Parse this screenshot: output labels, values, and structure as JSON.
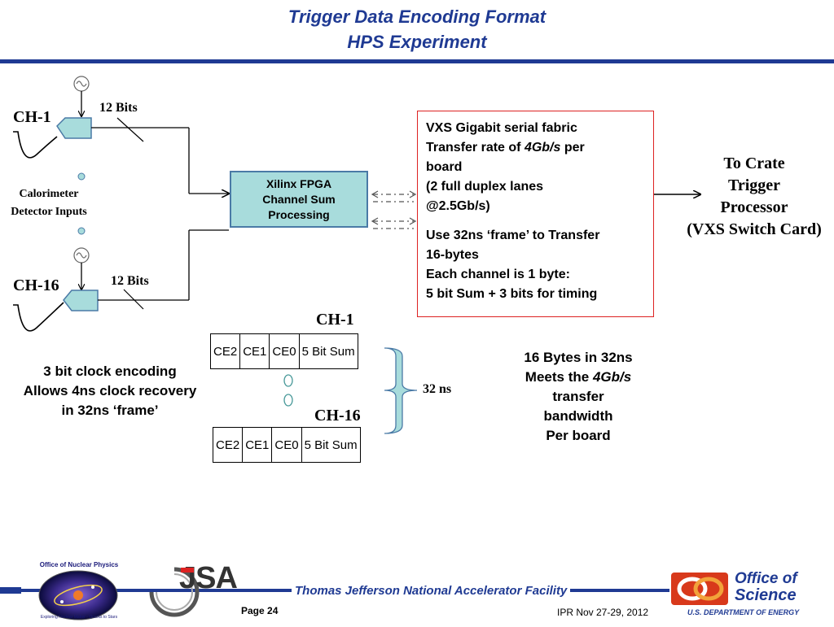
{
  "header": {
    "title_line1": "Trigger Data Encoding Format",
    "title_line2": "HPS Experiment"
  },
  "inputs": {
    "ch1_label": "CH-1",
    "ch16_label": "CH-16",
    "bits_top": "12  Bits",
    "bits_bottom": "12  Bits",
    "calorimeter_line1": "Calorimeter",
    "calorimeter_line2": "Detector Inputs"
  },
  "fpga": {
    "line1": "Xilinx FPGA",
    "line2": "Channel Sum",
    "line3": "Processing"
  },
  "vxs_box": {
    "line1": "VXS Gigabit serial fabric",
    "line2_a": "Transfer rate of ",
    "line2_b": "4Gb/s",
    "line2_c": " per",
    "line3": "board",
    "line4": "(2 full duplex lanes",
    "line5": "@2.5Gb/s)",
    "line6": "Use 32ns ‘frame’ to Transfer",
    "line7": "16-bytes",
    "line8": "Each channel is 1 byte:",
    "line9": "5 bit Sum + 3 bits for timing"
  },
  "crate": {
    "line1": "To Crate",
    "line2": "Trigger",
    "line3": "Processor",
    "line4": "(VXS Switch Card)"
  },
  "frames": {
    "ch1_title": "CH-1",
    "ch16_title": "CH-16",
    "cells": [
      "CE2",
      "CE1",
      "CE0",
      "5 Bit Sum"
    ],
    "brace_label": "32 ns"
  },
  "clock_note": {
    "line1": "3 bit clock encoding",
    "line2": "Allows 4ns clock recovery",
    "line3": "in 32ns ‘frame’"
  },
  "bandwidth_note": {
    "line1": "16 Bytes in 32ns",
    "line2_a": "Meets the ",
    "line2_b": "4Gb/s",
    "line3": "transfer",
    "line4": "bandwidth",
    "line5": "Per board"
  },
  "footer": {
    "lab_name": "Thomas Jefferson National Accelerator Facility",
    "page": "Page 24",
    "event": "IPR  Nov 27-29, 2012",
    "nuclear_logo_text": "Office of Nuclear Physics",
    "nuclear_logo_sub": "Exploring Nuclear Matter - Quarks to Stars",
    "jsa_logo_text": "JSA",
    "office_line1": "Office of",
    "office_line2": "Science",
    "doe": "U.S. DEPARTMENT OF ENERGY"
  },
  "colors": {
    "title_blue": "#1f3a93",
    "fpga_fill": "#a8dcdc",
    "red_border": "#dd2222",
    "brace_fill": "#a8dcdc"
  }
}
